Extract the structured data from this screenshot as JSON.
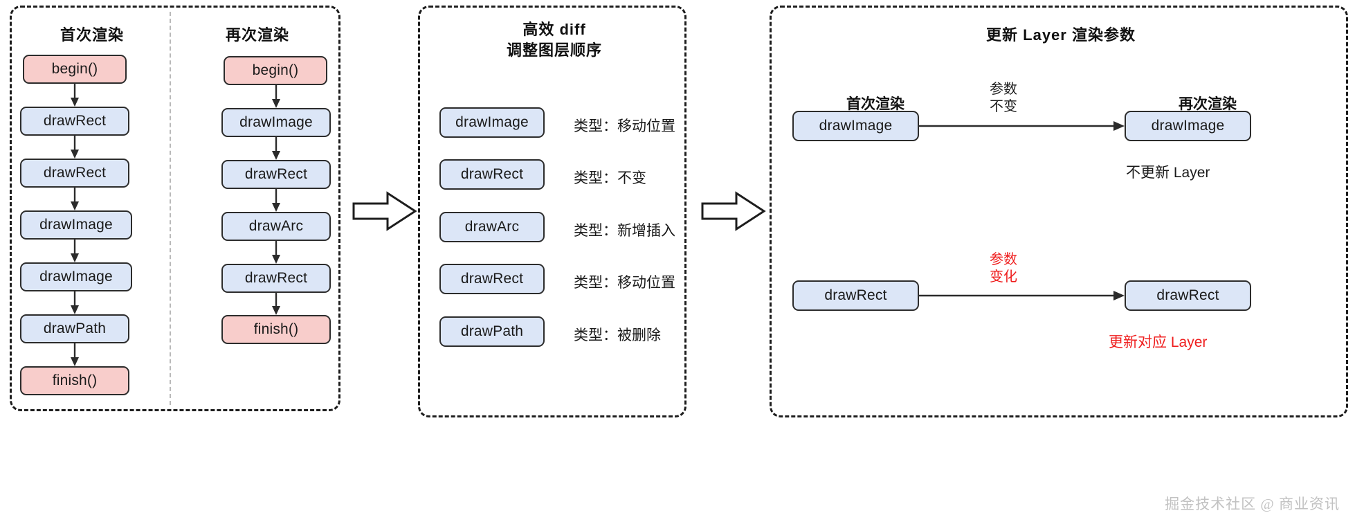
{
  "colors": {
    "node_blue_fill": "#dce6f7",
    "node_pink_fill": "#f8cdcb",
    "node_stroke": "#2b2b2b",
    "panel_border": "#1d1d1d",
    "highlight_red": "#ef1d1d",
    "watermark_gray": "#c2c2c2"
  },
  "panels": {
    "left": {
      "columns": [
        {
          "title": "首次渲染",
          "nodes": [
            {
              "label": "begin()",
              "kind": "pink"
            },
            {
              "label": "drawRect",
              "kind": "blue"
            },
            {
              "label": "drawRect",
              "kind": "blue"
            },
            {
              "label": "drawImage",
              "kind": "blue"
            },
            {
              "label": "drawImage",
              "kind": "blue"
            },
            {
              "label": "drawPath",
              "kind": "blue"
            },
            {
              "label": "finish()",
              "kind": "pink"
            }
          ]
        },
        {
          "title": "再次渲染",
          "nodes": [
            {
              "label": "begin()",
              "kind": "pink"
            },
            {
              "label": "drawImage",
              "kind": "blue"
            },
            {
              "label": "drawRect",
              "kind": "blue"
            },
            {
              "label": "drawArc",
              "kind": "blue"
            },
            {
              "label": "drawRect",
              "kind": "blue"
            },
            {
              "label": "finish()",
              "kind": "pink"
            }
          ]
        }
      ]
    },
    "middle": {
      "title_line1": "高效 diff",
      "title_line2": "调整图层顺序",
      "rows": [
        {
          "label": "drawImage",
          "type": "类型：移动位置"
        },
        {
          "label": "drawRect",
          "type": "类型：不变"
        },
        {
          "label": "drawArc",
          "type": "类型：新增插入"
        },
        {
          "label": "drawRect",
          "type": "类型：移动位置"
        },
        {
          "label": "drawPath",
          "type": "类型：被删除"
        }
      ]
    },
    "right": {
      "title": "更新 Layer 渲染参数",
      "col_left_title": "首次渲染",
      "col_right_title": "再次渲染",
      "pairs": [
        {
          "from": "drawImage",
          "to": "drawImage",
          "arrow_label_line1": "参数",
          "arrow_label_line2": "不变",
          "arrow_label_red": false,
          "note": "不更新 Layer",
          "note_red": false
        },
        {
          "from": "drawRect",
          "to": "drawRect",
          "arrow_label_line1": "参数",
          "arrow_label_line2": "变化",
          "arrow_label_red": true,
          "note": "更新对应 Layer",
          "note_red": true
        }
      ]
    }
  },
  "flow_arrows": {
    "left_to_middle": "block-arrow-right-icon",
    "middle_to_right": "block-arrow-right-icon"
  },
  "watermark": "掘金技术社区 @ 商业资讯"
}
